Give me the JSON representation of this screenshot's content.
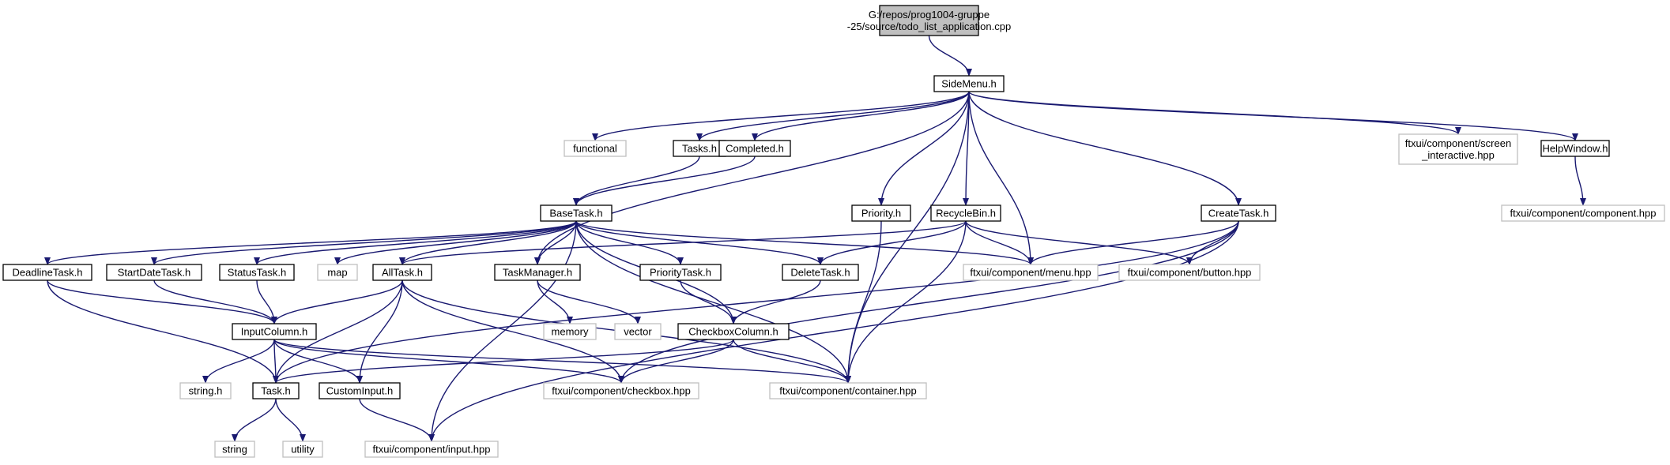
{
  "diagram": {
    "type": "include-dependency-graph",
    "colors": {
      "edge": "#191970",
      "internal_border": "#000000",
      "external_border": "#bfbfbf",
      "root_fill": "#bfbfbf",
      "background": "#ffffff"
    },
    "nodes": [
      {
        "id": "root",
        "lines": [
          "G:/repos/prog1004-gruppe",
          "-25/source/todo_list_application.cpp"
        ],
        "kind": "root"
      },
      {
        "id": "sidemenu",
        "lines": [
          "SideMenu.h"
        ],
        "kind": "internal"
      },
      {
        "id": "functional",
        "lines": [
          "functional"
        ],
        "kind": "external"
      },
      {
        "id": "tasks",
        "lines": [
          "Tasks.h"
        ],
        "kind": "internal"
      },
      {
        "id": "completed",
        "lines": [
          "Completed.h"
        ],
        "kind": "internal"
      },
      {
        "id": "screen_interactive",
        "lines": [
          "ftxui/component/screen",
          "_interactive.hpp"
        ],
        "kind": "external"
      },
      {
        "id": "helpwindow",
        "lines": [
          "HelpWindow.h"
        ],
        "kind": "internal"
      },
      {
        "id": "component_hpp",
        "lines": [
          "ftxui/component/component.hpp"
        ],
        "kind": "external"
      },
      {
        "id": "basetask",
        "lines": [
          "BaseTask.h"
        ],
        "kind": "internal"
      },
      {
        "id": "priority",
        "lines": [
          "Priority.h"
        ],
        "kind": "internal"
      },
      {
        "id": "recyclebin",
        "lines": [
          "RecycleBin.h"
        ],
        "kind": "internal"
      },
      {
        "id": "createtask",
        "lines": [
          "CreateTask.h"
        ],
        "kind": "internal"
      },
      {
        "id": "deadlinetask",
        "lines": [
          "DeadlineTask.h"
        ],
        "kind": "internal"
      },
      {
        "id": "startdatetask",
        "lines": [
          "StartDateTask.h"
        ],
        "kind": "internal"
      },
      {
        "id": "statustask",
        "lines": [
          "StatusTask.h"
        ],
        "kind": "internal"
      },
      {
        "id": "map",
        "lines": [
          "map"
        ],
        "kind": "external"
      },
      {
        "id": "alltask",
        "lines": [
          "AllTask.h"
        ],
        "kind": "internal"
      },
      {
        "id": "taskmanager",
        "lines": [
          "TaskManager.h"
        ],
        "kind": "internal"
      },
      {
        "id": "prioritytask",
        "lines": [
          "PriorityTask.h"
        ],
        "kind": "internal"
      },
      {
        "id": "deletetask",
        "lines": [
          "DeleteTask.h"
        ],
        "kind": "internal"
      },
      {
        "id": "menu_hpp",
        "lines": [
          "ftxui/component/menu.hpp"
        ],
        "kind": "external"
      },
      {
        "id": "button_hpp",
        "lines": [
          "ftxui/component/button.hpp"
        ],
        "kind": "external"
      },
      {
        "id": "inputcolumn",
        "lines": [
          "InputColumn.h"
        ],
        "kind": "internal"
      },
      {
        "id": "memory",
        "lines": [
          "memory"
        ],
        "kind": "external"
      },
      {
        "id": "vector",
        "lines": [
          "vector"
        ],
        "kind": "external"
      },
      {
        "id": "checkboxcolumn",
        "lines": [
          "CheckboxColumn.h"
        ],
        "kind": "internal"
      },
      {
        "id": "string_h",
        "lines": [
          "string.h"
        ],
        "kind": "external"
      },
      {
        "id": "task",
        "lines": [
          "Task.h"
        ],
        "kind": "internal"
      },
      {
        "id": "custominput",
        "lines": [
          "CustomInput.h"
        ],
        "kind": "internal"
      },
      {
        "id": "checkbox_hpp",
        "lines": [
          "ftxui/component/checkbox.hpp"
        ],
        "kind": "external"
      },
      {
        "id": "container_hpp",
        "lines": [
          "ftxui/component/container.hpp"
        ],
        "kind": "external"
      },
      {
        "id": "string",
        "lines": [
          "string"
        ],
        "kind": "external"
      },
      {
        "id": "utility",
        "lines": [
          "utility"
        ],
        "kind": "external"
      },
      {
        "id": "input_hpp",
        "lines": [
          "ftxui/component/input.hpp"
        ],
        "kind": "external"
      }
    ],
    "edges": [
      [
        "root",
        "sidemenu"
      ],
      [
        "sidemenu",
        "functional"
      ],
      [
        "sidemenu",
        "tasks"
      ],
      [
        "sidemenu",
        "completed"
      ],
      [
        "sidemenu",
        "screen_interactive"
      ],
      [
        "sidemenu",
        "helpwindow"
      ],
      [
        "sidemenu",
        "taskmanager"
      ],
      [
        "sidemenu",
        "priority"
      ],
      [
        "sidemenu",
        "recyclebin"
      ],
      [
        "sidemenu",
        "menu_hpp"
      ],
      [
        "sidemenu",
        "createtask"
      ],
      [
        "sidemenu",
        "container_hpp"
      ],
      [
        "helpwindow",
        "component_hpp"
      ],
      [
        "tasks",
        "basetask"
      ],
      [
        "completed",
        "basetask"
      ],
      [
        "basetask",
        "deadlinetask"
      ],
      [
        "basetask",
        "startdatetask"
      ],
      [
        "basetask",
        "statustask"
      ],
      [
        "basetask",
        "map"
      ],
      [
        "basetask",
        "alltask"
      ],
      [
        "basetask",
        "taskmanager"
      ],
      [
        "basetask",
        "prioritytask"
      ],
      [
        "basetask",
        "deletetask"
      ],
      [
        "basetask",
        "menu_hpp"
      ],
      [
        "basetask",
        "checkboxcolumn"
      ],
      [
        "basetask",
        "container_hpp"
      ],
      [
        "basetask",
        "input_hpp"
      ],
      [
        "priority",
        "container_hpp"
      ],
      [
        "recyclebin",
        "alltask"
      ],
      [
        "recyclebin",
        "deletetask"
      ],
      [
        "recyclebin",
        "menu_hpp"
      ],
      [
        "recyclebin",
        "button_hpp"
      ],
      [
        "recyclebin",
        "container_hpp"
      ],
      [
        "createtask",
        "menu_hpp"
      ],
      [
        "createtask",
        "button_hpp"
      ],
      [
        "createtask",
        "task"
      ],
      [
        "createtask",
        "checkbox_hpp"
      ],
      [
        "createtask",
        "input_hpp"
      ],
      [
        "deadlinetask",
        "inputcolumn"
      ],
      [
        "deadlinetask",
        "task"
      ],
      [
        "startdatetask",
        "inputcolumn"
      ],
      [
        "statustask",
        "inputcolumn"
      ],
      [
        "alltask",
        "inputcolumn"
      ],
      [
        "alltask",
        "task"
      ],
      [
        "alltask",
        "custominput"
      ],
      [
        "alltask",
        "checkbox_hpp"
      ],
      [
        "alltask",
        "container_hpp"
      ],
      [
        "taskmanager",
        "memory"
      ],
      [
        "taskmanager",
        "vector"
      ],
      [
        "prioritytask",
        "checkboxcolumn"
      ],
      [
        "deletetask",
        "checkboxcolumn"
      ],
      [
        "inputcolumn",
        "string_h"
      ],
      [
        "inputcolumn",
        "task"
      ],
      [
        "inputcolumn",
        "custominput"
      ],
      [
        "inputcolumn",
        "checkbox_hpp"
      ],
      [
        "inputcolumn",
        "container_hpp"
      ],
      [
        "checkboxcolumn",
        "task"
      ],
      [
        "checkboxcolumn",
        "checkbox_hpp"
      ],
      [
        "checkboxcolumn",
        "container_hpp"
      ],
      [
        "task",
        "string"
      ],
      [
        "task",
        "utility"
      ],
      [
        "custominput",
        "input_hpp"
      ]
    ]
  }
}
